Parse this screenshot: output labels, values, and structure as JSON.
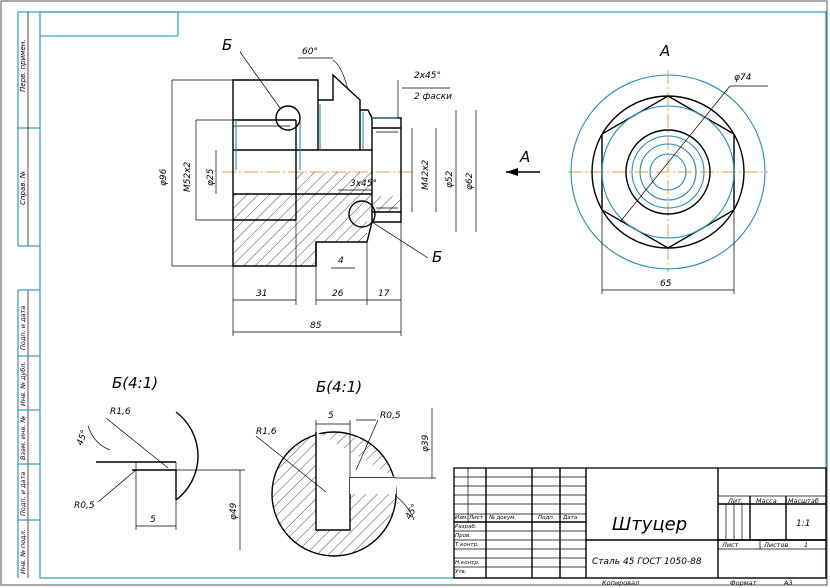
{
  "side_strip": {
    "top_labels": [
      "Перв. примен.",
      "Справ. №"
    ],
    "bottom_labels": [
      "Подп. и дата",
      "Инв. № дубл.",
      "Взам. инв. №",
      "Подп. и дата",
      "Инв. № подл."
    ]
  },
  "main_view": {
    "dimensions": {
      "chamfer_angle": "60°",
      "chamfer_1": "2x45°",
      "chamfer_note": "2 фаски",
      "dia_96": "φ96",
      "thread_m52": "M52x2",
      "dia_25": "φ25",
      "chamfer_2": "3x45°",
      "thread_m42": "M42x2",
      "dia_52": "φ52",
      "dia_62": "φ62",
      "len_4": "4",
      "len_31": "31",
      "len_26": "26",
      "len_17": "17",
      "len_85": "85"
    },
    "detail_marks": [
      "Б",
      "Б"
    ]
  },
  "end_view": {
    "view_label": "А",
    "arrow_label": "А",
    "dia_74": "φ74",
    "across_flats": "65"
  },
  "detail_1": {
    "title": "Б(4:1)",
    "r16": "R1,6",
    "angle": "45°",
    "r05": "R0,5",
    "len_5": "5",
    "dia_49": "φ49"
  },
  "detail_2": {
    "title": "Б(4:1)",
    "len_5": "5",
    "r05": "R0,5",
    "r16": "R1,6",
    "dia_39": "φ39",
    "angle": "45°"
  },
  "title_block": {
    "part_name": "Штуцер",
    "material": "Сталь 45  ГОСТ 1050-88",
    "col_lit": "Лит.",
    "col_mass": "Масса",
    "col_scale": "Масштаб",
    "scale_value": "1:1",
    "sheet_label": "Лист",
    "sheets_label": "Листов",
    "sheets_value": "1",
    "row_labels": [
      "Изм.",
      "Лист",
      "№ докум.",
      "Подп.",
      "Дата"
    ],
    "staff_labels": [
      "Разраб.",
      "Пров.",
      "Т.контр.",
      "Н.контр.",
      "Утв."
    ],
    "copied": "Копировал",
    "format_label": "Формат",
    "format_value": "A3"
  }
}
